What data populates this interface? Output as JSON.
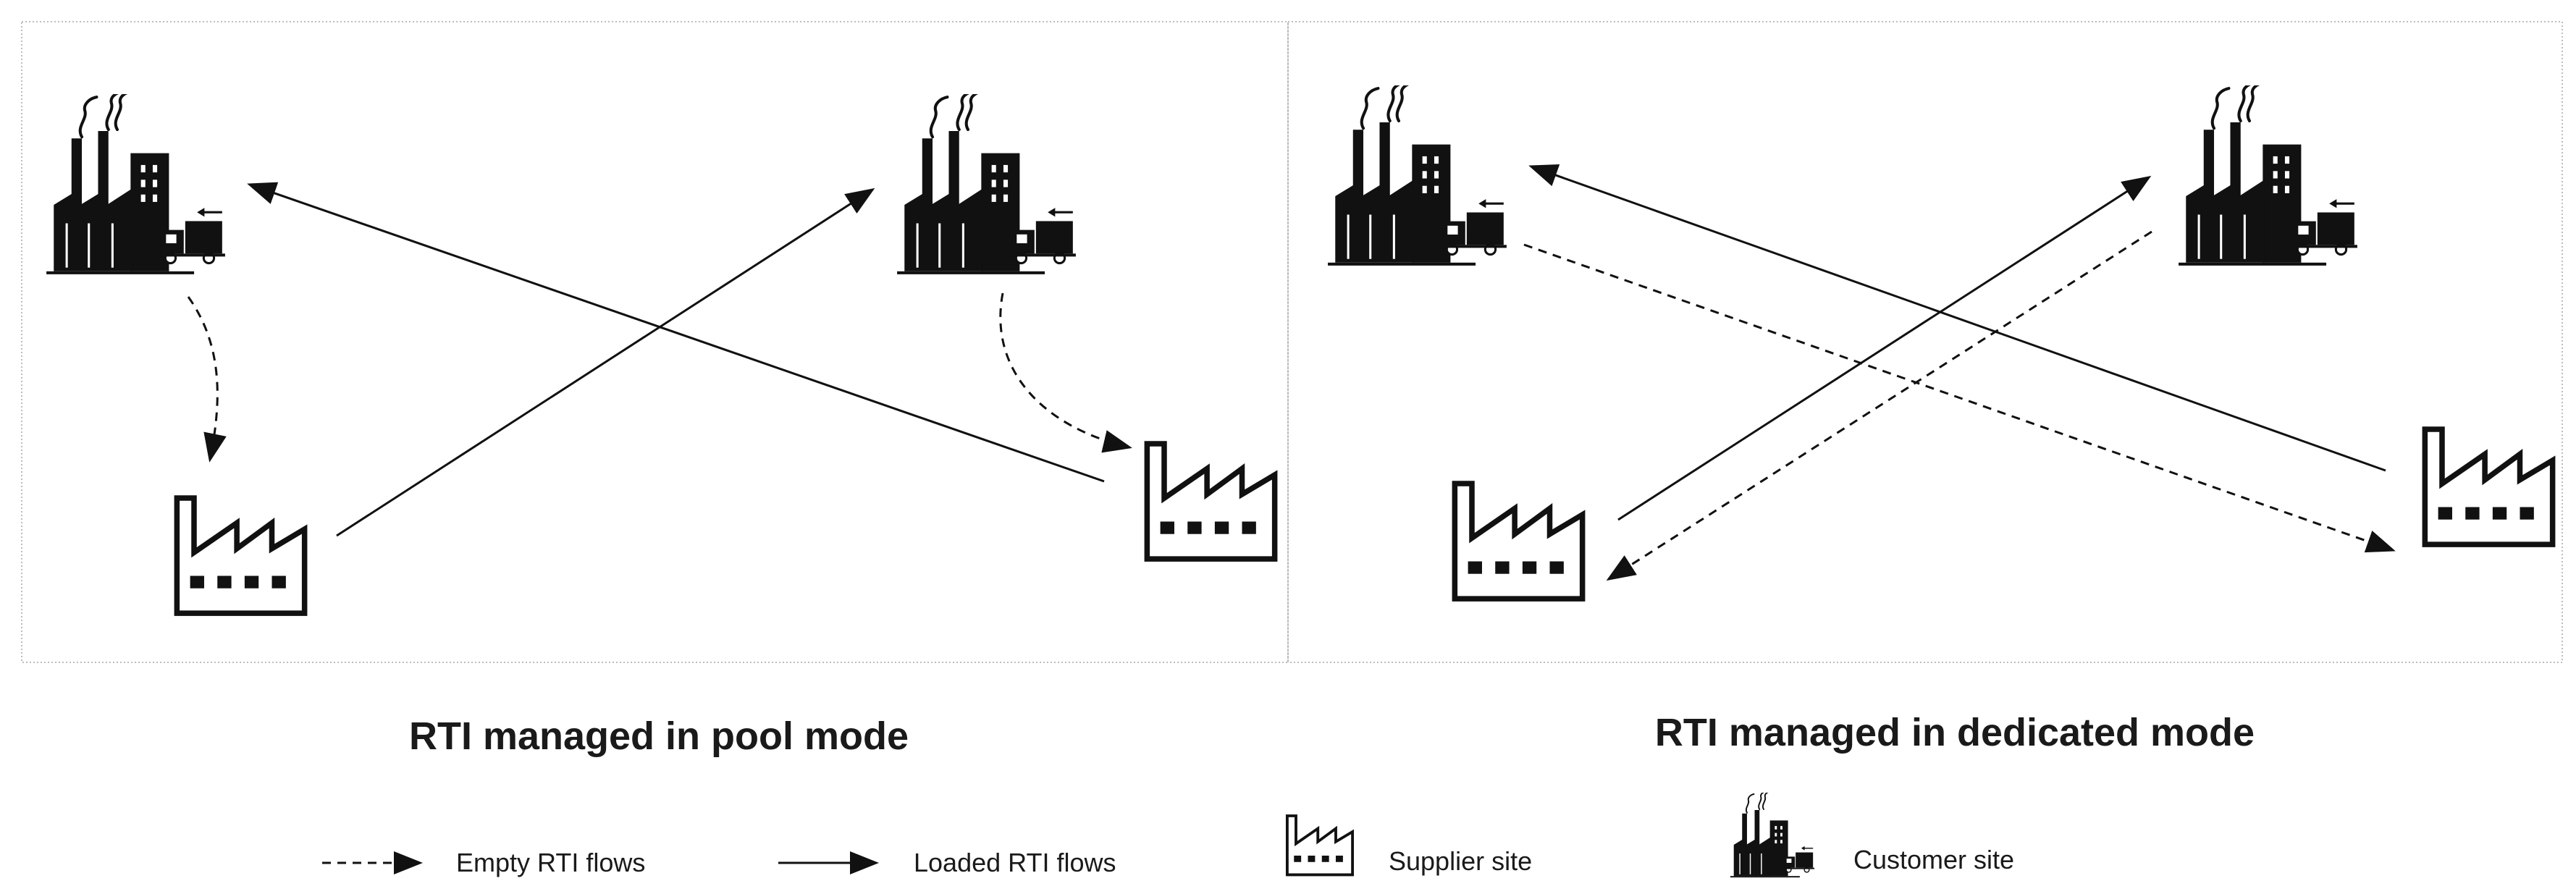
{
  "panels": {
    "pool": {
      "title": "RTI managed in pool mode"
    },
    "dedicated": {
      "title": "RTI managed in dedicated mode"
    }
  },
  "legend": {
    "empty_flows": "Empty RTI flows",
    "loaded_flows": "Loaded RTI flows",
    "supplier_site": "Supplier site",
    "customer_site": "Customer site"
  },
  "icons": {
    "supplier": "supplier-site-icon",
    "customer": "customer-site-icon"
  },
  "colors": {
    "ink": "#111111",
    "frame": "#bdbdbd",
    "background": "#ffffff"
  }
}
